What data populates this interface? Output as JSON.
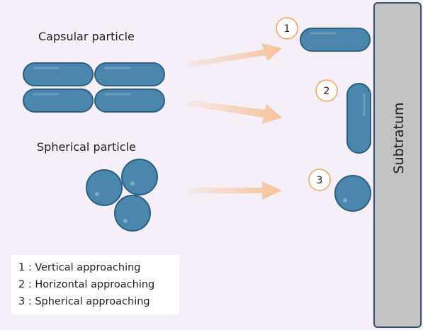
{
  "capsular_label": "Capsular particle",
  "spherical_label": "Spherical particle",
  "substratum_label": "Subtratum",
  "badges": [
    "1",
    "2",
    "3"
  ],
  "legend": [
    "1 : Vertical approaching",
    "2 : Horizontal approaching",
    "3 : Spherical approaching"
  ],
  "colors": {
    "particle_fill": "#4b86ad",
    "particle_stroke": "#2d5f82",
    "arrow": "#f6c39a",
    "badge_stroke": "#f2a45c",
    "substratum_fill": "#c3c3c3",
    "substratum_stroke": "#36516b"
  }
}
